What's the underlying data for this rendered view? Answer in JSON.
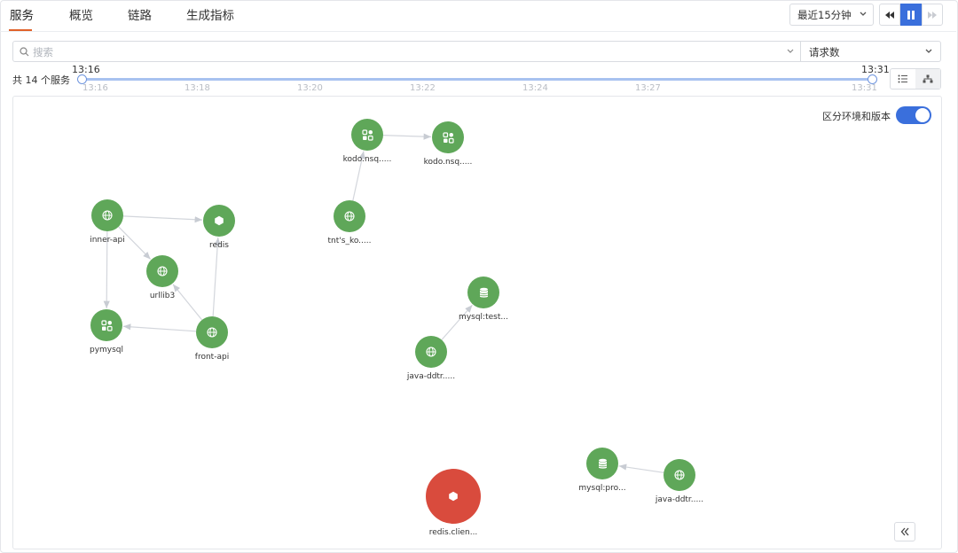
{
  "tabs": [
    {
      "label": "服务",
      "active": true
    },
    {
      "label": "概览",
      "active": false
    },
    {
      "label": "链路",
      "active": false
    },
    {
      "label": "生成指标",
      "active": false
    }
  ],
  "time_range": {
    "value": "最近15分钟"
  },
  "playback": {
    "paused": true
  },
  "search": {
    "placeholder": "搜索"
  },
  "metric_select": {
    "value": "请求数"
  },
  "service_count": "共 14 个服务",
  "timeline": {
    "start_label": "13:16",
    "end_label": "13:31",
    "ticks": [
      "13:16",
      "13:18",
      "13:20",
      "13:22",
      "13:24",
      "13:27",
      "13:31"
    ]
  },
  "view_mode": {
    "selected": "topology"
  },
  "env_toggle": {
    "label": "区分环境和版本",
    "on": true
  },
  "colors": {
    "healthy": "#5fa759",
    "error": "#d94b3d",
    "accent": "#3a6fdc",
    "tab_underline": "#e0622a"
  },
  "nodes": [
    {
      "id": "kodo1",
      "label": "kodo.nsq.....",
      "icon": "grid-icon",
      "status": "healthy"
    },
    {
      "id": "kodo2",
      "label": "kodo.nsq.....",
      "icon": "grid-icon",
      "status": "healthy"
    },
    {
      "id": "tnt",
      "label": "tnt's_ko.....",
      "icon": "globe-icon",
      "status": "healthy"
    },
    {
      "id": "inner",
      "label": "inner-api",
      "icon": "globe-icon",
      "status": "healthy"
    },
    {
      "id": "redis",
      "label": "redis",
      "icon": "hexagon-icon",
      "status": "healthy"
    },
    {
      "id": "urllib3",
      "label": "urllib3",
      "icon": "globe-icon",
      "status": "healthy"
    },
    {
      "id": "pymysql",
      "label": "pymysql",
      "icon": "grid-icon",
      "status": "healthy"
    },
    {
      "id": "front",
      "label": "front-api",
      "icon": "globe-icon",
      "status": "healthy"
    },
    {
      "id": "mysqltest",
      "label": "mysql:test...",
      "icon": "database-icon",
      "status": "healthy"
    },
    {
      "id": "java1",
      "label": "java-ddtr.....",
      "icon": "globe-icon",
      "status": "healthy"
    },
    {
      "id": "mysqlpro",
      "label": "mysql:pro...",
      "icon": "database-icon",
      "status": "healthy"
    },
    {
      "id": "java2",
      "label": "java-ddtr.....",
      "icon": "globe-icon",
      "status": "healthy"
    },
    {
      "id": "redisclient",
      "label": "redis.clien...",
      "icon": "hexagon-icon",
      "status": "error"
    }
  ],
  "edges": [
    [
      "kodo1",
      "kodo2"
    ],
    [
      "tnt",
      "kodo1"
    ],
    [
      "inner",
      "redis"
    ],
    [
      "inner",
      "urllib3"
    ],
    [
      "inner",
      "pymysql"
    ],
    [
      "front",
      "redis"
    ],
    [
      "front",
      "urllib3"
    ],
    [
      "front",
      "pymysql"
    ],
    [
      "java1",
      "mysqltest"
    ],
    [
      "java2",
      "mysqlpro"
    ]
  ]
}
